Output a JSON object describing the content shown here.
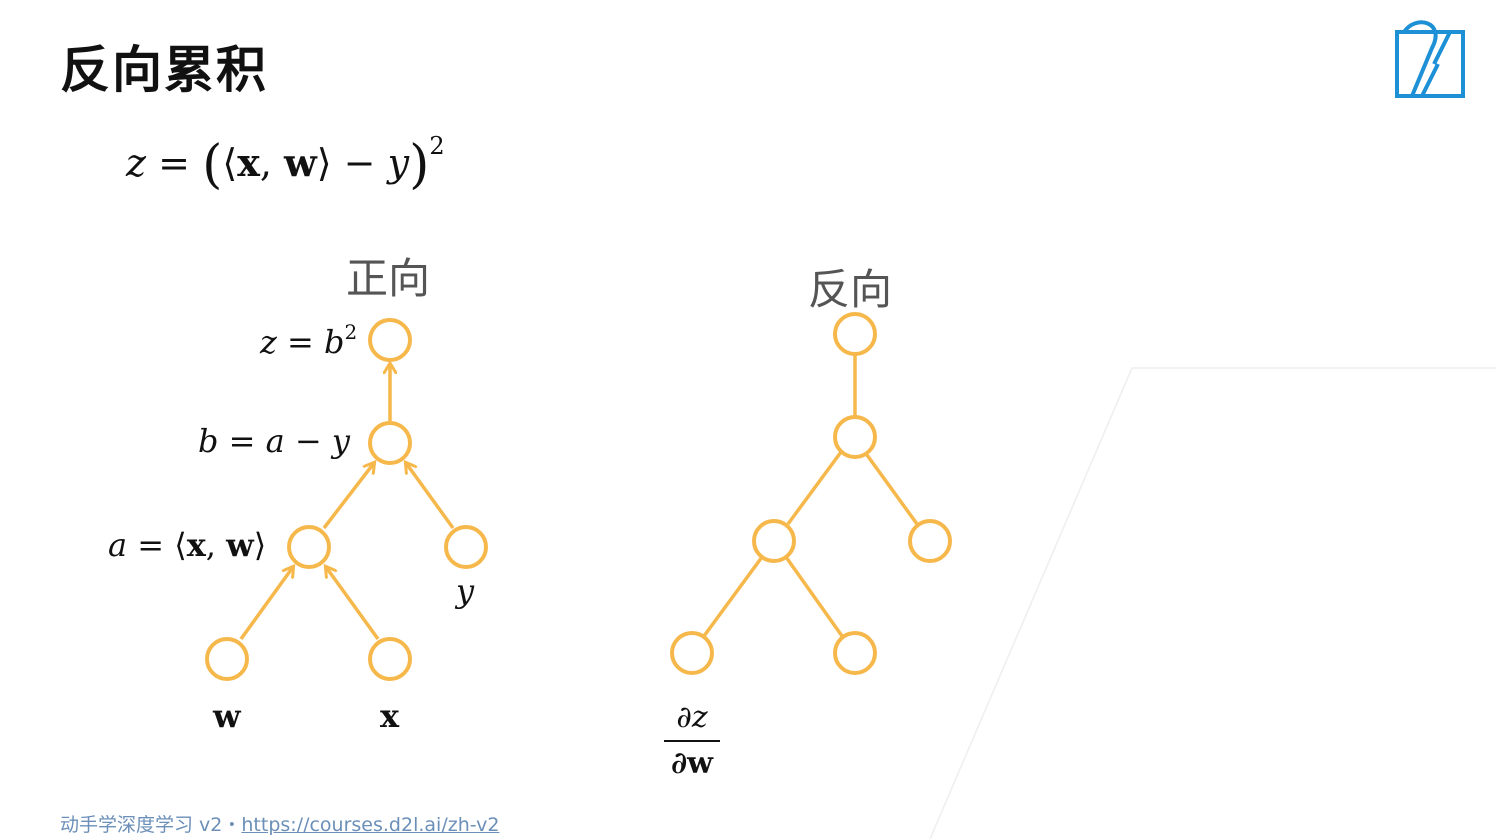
{
  "title": "反向累积",
  "formula": {
    "lhs": "z",
    "eq": "=",
    "x": "x",
    "w": "w",
    "minus": "−",
    "y": "y",
    "exp": "2"
  },
  "forward": {
    "heading": "正向",
    "labels": {
      "z_node": {
        "lhs": "z",
        "eq": "=",
        "b": "b",
        "exp": "2"
      },
      "b_node": {
        "b": "b",
        "eq": "=",
        "a": "a",
        "minus": "−",
        "y": "y"
      },
      "a_node": {
        "a": "a",
        "eq": "=",
        "x": "x",
        "w": "w"
      },
      "y_leaf": "y",
      "w_leaf": "w",
      "x_leaf": "x"
    }
  },
  "backward": {
    "heading": "反向",
    "gradient": {
      "numerator": "∂z",
      "denominator": "∂w"
    }
  },
  "footer": {
    "book": "动手学深度学习 v2・",
    "link": "https://courses.d2l.ai/zh-v2"
  },
  "colors": {
    "node": "#f6b84b",
    "logo": "#1e90d6",
    "footer": "#6b8fb8"
  }
}
